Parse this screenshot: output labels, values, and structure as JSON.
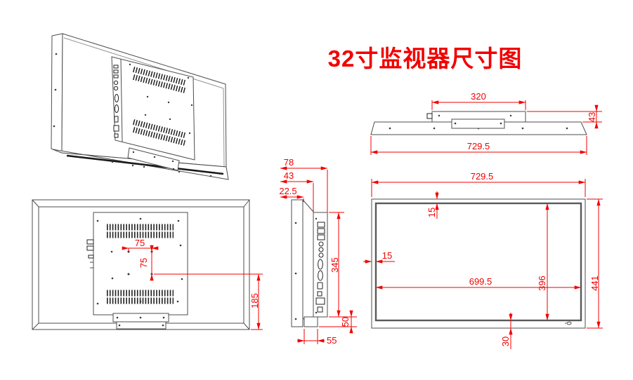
{
  "title": "32寸监视器尺寸图",
  "colors": {
    "dimension": "#f20000",
    "drawing_line": "#4d4d4d",
    "background": "#ffffff"
  },
  "views": {
    "perspective": {
      "label": "isometric rear view"
    },
    "rear": {
      "vesa_width": "75",
      "vesa_height": "75",
      "mount_to_bottom": "185"
    },
    "side": {
      "depth_total": "78",
      "depth_mid": "43",
      "depth_front": "22.5",
      "rear_box_height": "345",
      "bottom_gap": "50",
      "base_depth": "55"
    },
    "top": {
      "rear_box_width": "320",
      "rear_box_depth": "43",
      "overall_width": "729.5"
    },
    "front": {
      "overall_width": "729.5",
      "bezel_top": "15",
      "bezel_left": "15",
      "active_width": "699.5",
      "active_height": "396",
      "overall_height": "441",
      "bezel_bottom": "30"
    }
  }
}
